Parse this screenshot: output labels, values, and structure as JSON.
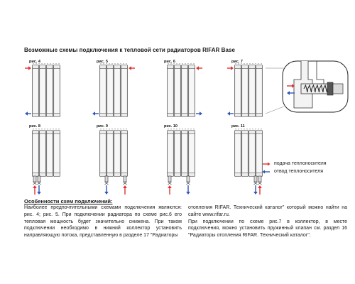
{
  "title": "Возможные схемы подключения к тепловой сети радиаторов RIFAR Base",
  "figures": [
    {
      "label": "рис. 4",
      "in": "left-top",
      "out": "left-bottom"
    },
    {
      "label": "рис. 5",
      "in": "right-top",
      "out": "left-bottom"
    },
    {
      "label": "рис. 6",
      "in": "right-top",
      "out": "right-bottom"
    },
    {
      "label": "рис. 7",
      "in": "left-top",
      "out": "left-bottom"
    },
    {
      "label": "рис. 8",
      "in": "bottom-left",
      "out": "bottom-left"
    },
    {
      "label": "рис. 9",
      "in": "bottom-right",
      "out": "bottom-left"
    },
    {
      "label": "рис. 10",
      "in": "bottom-left",
      "out": "bottom-right"
    },
    {
      "label": "рис. 11",
      "in": "bottom-right",
      "out": "bottom-right"
    }
  ],
  "legend": {
    "supply": "подача теплоносителя",
    "return": "отвод теплоносителя"
  },
  "colors": {
    "supply": "#e0312f",
    "return": "#2e55b5",
    "outline": "#333333"
  },
  "notes": {
    "heading": "Особенности схем подключений:",
    "left_p1": "Наиболее предпочтительными схемами подключения являются: рис. 4; рис. 5. При подключении радиатора по схеме рис.6 его тепловая мощность будет значительно снижена. При таком подключении необходимо в нижний коллектор установить направляющую потока, представленную в разделе 17 \"Радиаторы",
    "right_p1": "отопления RIFAR. Технический каталог\" который можно найти на сайте www.rifar.ru.",
    "right_p2": "При подключении по схеме рис.7 в коллектор, в месте подключения, можно установить пружинный клапан см. раздел 16 \"Радиаторы отопления RIFAR. Технический каталог\"."
  }
}
